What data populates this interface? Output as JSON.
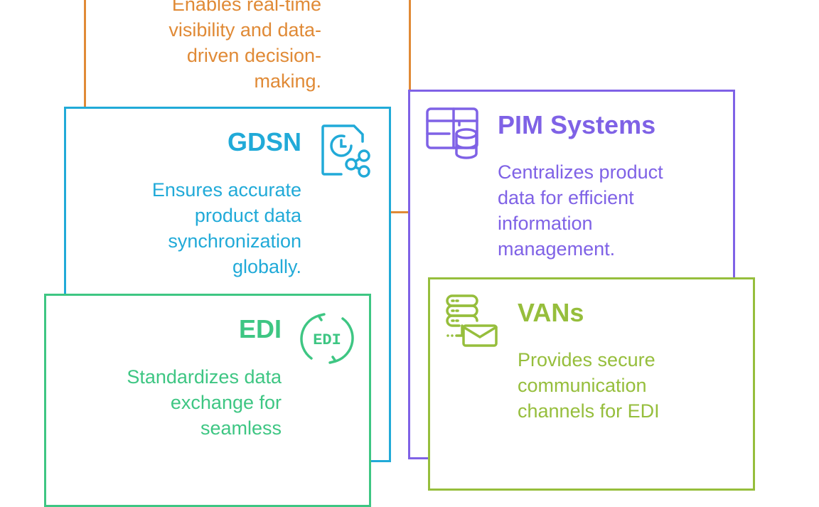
{
  "cards": [
    {
      "id": "erp",
      "desc": [
        "Enables real-time",
        "visibility and data-",
        "driven decision-",
        "making."
      ],
      "color": "#E08A36"
    },
    {
      "id": "gdsn",
      "title": "GDSN",
      "desc": [
        "Ensures accurate",
        "product data",
        "synchronization",
        "globally."
      ],
      "color": "#21AAD8",
      "icon": "document-clock-share-icon"
    },
    {
      "id": "edi",
      "title": "EDI",
      "desc": [
        "Standardizes data",
        "exchange for",
        "seamless"
      ],
      "color": "#3EC683",
      "icon": "edi-cycle-icon",
      "icon_text": "EDI"
    },
    {
      "id": "pim",
      "title": "PIM Systems",
      "desc": [
        "Centralizes product",
        "data for efficient",
        "information",
        "management."
      ],
      "color": "#7F62E6",
      "icon": "table-database-icon"
    },
    {
      "id": "vans",
      "title": "VANs",
      "desc": [
        "Provides secure",
        "communication",
        "channels for EDI"
      ],
      "color": "#96BE3C",
      "icon": "server-mail-icon"
    }
  ]
}
